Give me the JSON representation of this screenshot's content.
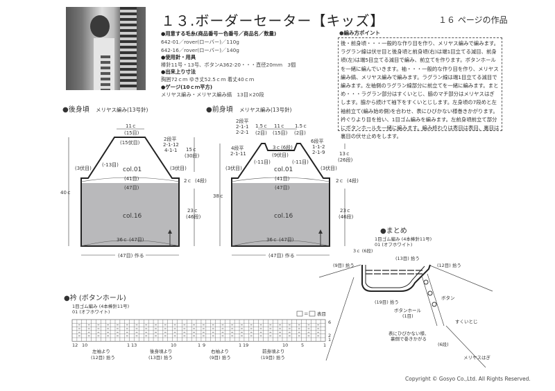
{
  "header": {
    "title": "１３.ボーダーセーター【キッズ】",
    "page_ref": "１６ ページの作品"
  },
  "materials": {
    "yarn_heading": "●用意する毛糸(商品番号ー色番号／商品名／数量)",
    "yarn1": "642-01／rover(ローバー)／110g",
    "yarn2": "642-16／rover(ローバー)／140g",
    "tools_heading": "●使用針・用具",
    "tools": "棒針11号・13号、ボタンA362-20・・・直径20mm　3個",
    "size_heading": "●出来上り寸法",
    "size": "胸囲72ｃｍ ゆき丈52.5ｃｍ 着丈40ｃｍ",
    "gauge_heading": "●ゲージ(10ｃｍ平方)",
    "gauge": "メリヤス編み・メリヤス編み縞　13目×20段"
  },
  "points": {
    "heading": "●編み方ポイント",
    "text": "後・前身頃・・・一般的な作り目を作り、メリヤス編みで編みます。ラグラン線は伏せ目と後身頃と前身頃(右)は端1目立てる減目、前身頃(左)は端5目立てる減目で編み、前立てを作ります。ボタンホールを一緒に編んでいきます。袖・・・一般的な作り目を作り、メリヤス編み縞、メリヤス編みで編みます。ラグラン線は端1目立てる減目で編みます。左袖側のラグラン線部分に前立てを一緒に編みます。まとめ・・・ラグラン部分はすくいとじ、脇のマチ部分はメリヤスはぎします。脇から続けて袖下をすくいとじします。左身頃の7段めと左袖前立て(編み始め側)を合わせ、表にひびかない様巻きかがります。衿ぐりより目を拾い、1目ゴム編みを編みます。左前身頃前立て部分にボタンホールを一緒に編みます。編み終わりは表目は表目、裏目は裏目の伏せ止めをします。"
  },
  "back": {
    "heading": "●後身頃",
    "stitch": "メリヤス編み(13号針)",
    "top_w": "11ｃ",
    "top_st": "(15目)",
    "top_bind": "(15伏目)",
    "raglan1": "2段平",
    "raglan2": "2-1-12",
    "raglan3": "4-1-1",
    "dec": "(-13目)",
    "bind_l": "(3伏目)",
    "bind_r": "(3伏目)",
    "col_top": "col.01",
    "st41": "(41目)",
    "st47": "(47目)",
    "h15": "15ｃ",
    "r30": "(30段)",
    "h2": "2ｃ",
    "r4": "(4段)",
    "h40": "40ｃ",
    "col_bot": "col.16",
    "h23": "23ｃ",
    "r46": "(46段)",
    "bottom": "36ｃ (47目)",
    "cast": "(47目) 作る"
  },
  "front": {
    "heading": "●前身頃",
    "stitch": "メリヤス編み(13号針)",
    "l1": "2段平",
    "l2": "2-1-1",
    "l3": "2-2-1",
    "w15a": "1.5ｃ",
    "w11": "11ｃ",
    "w15b": "1.5ｃ",
    "s2a": "(2目)",
    "s15": "(15目)",
    "s2b": "(2目)",
    "neck_h": "3ｃ",
    "neck_r": "(6段)",
    "neck_bind": "(9伏目)",
    "lr1": "4段平",
    "lr2": "2-1-11",
    "rr1": "6段平",
    "rr2": "1-1-2",
    "rr3": "2-1-9",
    "dec_l": "(-11目)",
    "dec_r": "(-11目)",
    "bind_l": "(3伏目)",
    "bind_r": "(3伏目)",
    "col_top": "col.01",
    "st41": "(41目)",
    "st47": "(47目)",
    "h13": "13ｃ",
    "r26": "(26段)",
    "h2": "2ｃ",
    "r4": "(4段)",
    "h38": "38ｃ",
    "col_bot": "col.16",
    "h23": "23ｃ",
    "r46": "(46段)",
    "bottom": "36ｃ (47目)",
    "cast": "(47目) 作る"
  },
  "finishing": {
    "heading": "●まとめ",
    "rib": "1目ゴム編み (4本棒針11号)",
    "color": "01 (オフホワイト)",
    "depth": "3ｃ (6段)",
    "pick9": "(9目) 拾う",
    "pick13": "(13目) 拾う",
    "pick12": "(12目) 拾う",
    "pick19": "(19目) 拾う",
    "button": "ボタン",
    "buttonhole": "ボタンホール",
    "bh_count": "(1目)",
    "mattress": "すくいとじ",
    "whip": "表にひびかない様、",
    "whip2": "裏側で巻きかがる",
    "r6": "(6段)",
    "graft": "メリヤスはぎ"
  },
  "collar": {
    "heading": "●衿 (ボタンホール)",
    "rib": "1目ゴム編み (4本棒針11号)",
    "color": "01 (オフホワイト)",
    "legend_eq": "＝",
    "legend_label": "表目",
    "row6": "6",
    "row2": "2",
    "row1": "1",
    "ticks": [
      {
        "t": "12"
      },
      {
        "t": "10"
      },
      {
        "t": "1"
      },
      {
        "t": "13"
      },
      {
        "t": "10"
      },
      {
        "t": "1"
      },
      {
        "t": "9"
      },
      {
        "t": "1"
      },
      {
        "t": "19"
      },
      {
        "t": "10"
      },
      {
        "t": "5"
      },
      {
        "t": "1"
      }
    ],
    "sections": [
      {
        "a": "左袖より",
        "b": "(12目) 拾う"
      },
      {
        "a": "後身頃より",
        "b": "(13目) 拾う"
      },
      {
        "a": "右袖より",
        "b": "(9目) 拾う"
      },
      {
        "a": "前身頃より",
        "b": "(19目) 拾う"
      }
    ]
  },
  "footer": {
    "copyright": "Copyright © Gosyo Co.,Ltd. All Rights Reserved."
  }
}
